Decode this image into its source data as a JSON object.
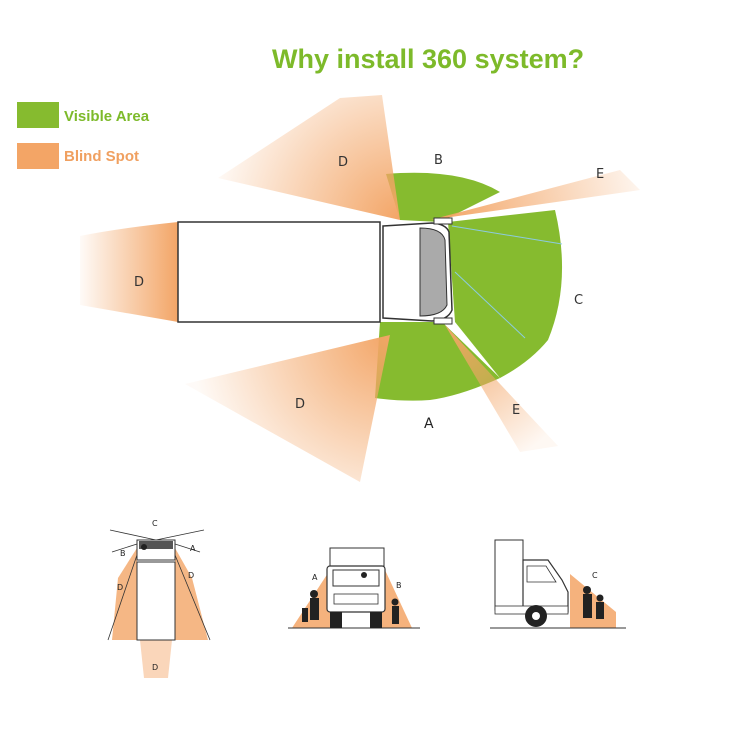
{
  "title": "Why install 360 system?",
  "colors": {
    "visible": "#86bb2f",
    "blind": "#f3a566",
    "title": "#7dba2a",
    "blind_text": "#f0a060"
  },
  "legend": [
    {
      "label": "Visible Area",
      "color": "#86bb2f"
    },
    {
      "label": "Blind Spot",
      "color": "#f3a566"
    }
  ],
  "main_diagram": {
    "zone_labels": {
      "d_top": "D",
      "b": "B",
      "e_top": "E",
      "d_rear": "D",
      "c": "C",
      "d_bottom": "D",
      "e_bottom": "E",
      "a": "A"
    }
  },
  "small_top_view": {
    "labels": {
      "c": "C",
      "b": "B",
      "a": "A",
      "d_left": "D",
      "d_right": "D",
      "d_rear": "D"
    }
  },
  "small_front_view": {
    "labels": {
      "a": "A",
      "b": "B"
    }
  },
  "small_side_view": {
    "labels": {
      "c": "C"
    }
  }
}
